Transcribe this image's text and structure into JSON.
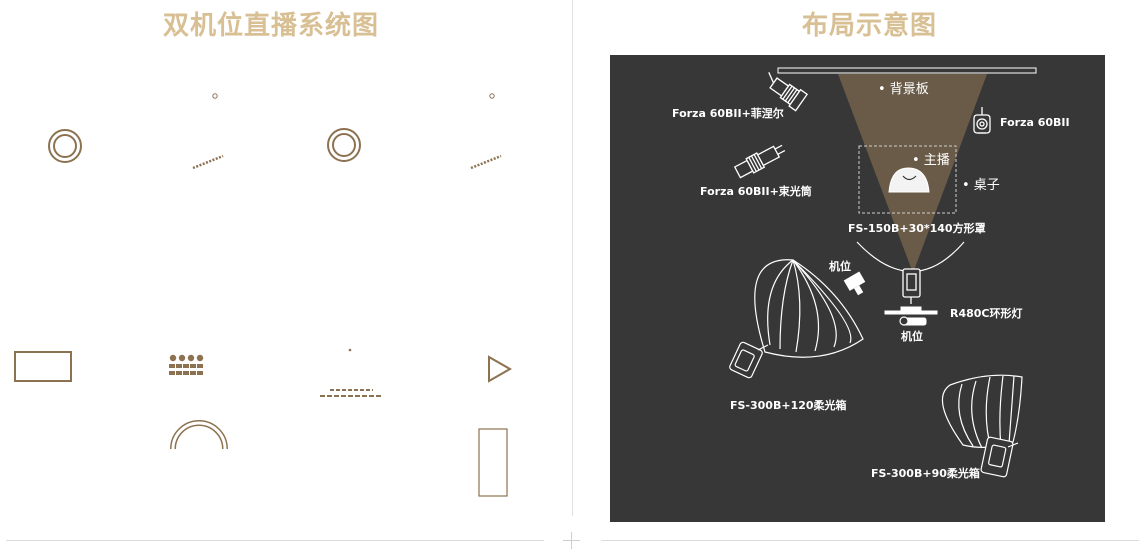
{
  "left": {
    "title": "双机位直播系统图"
  },
  "right": {
    "title": "布局示意图",
    "labels": {
      "backdrop": "• 背景板",
      "host": "• 主播",
      "table": "• 桌子",
      "forza_fresnel": "Forza 60BII+菲涅尔",
      "forza": "Forza 60BII",
      "forza_spot": "Forza 60BII+束光筒",
      "fs150": "FS-150B+30*140方形罩",
      "camera_1": "机位",
      "camera_2": "机位",
      "ring": "R480C环形灯",
      "fs300_120": "FS-300B+120柔光箱",
      "fs300_90": "FS-300B+90柔光箱"
    }
  },
  "colors": {
    "title": "#d8bf94",
    "icon": "#8c7251",
    "panel": "#373737",
    "beam": "#6a5b48"
  }
}
